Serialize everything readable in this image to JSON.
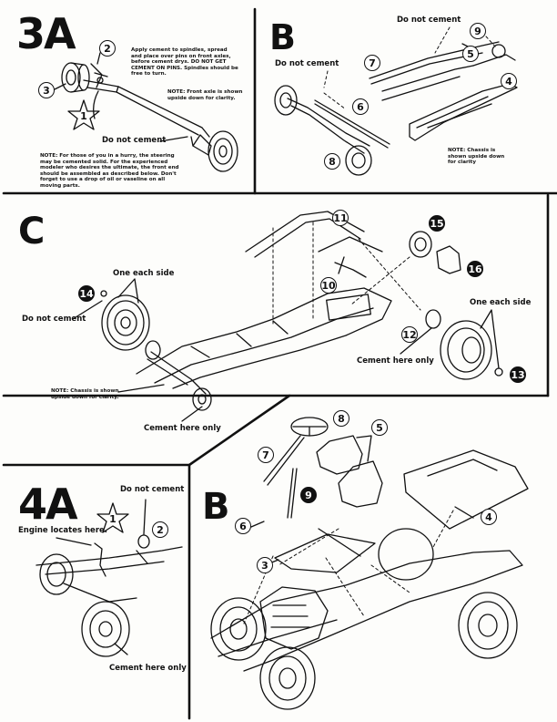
{
  "steps": {
    "s3a": {
      "label": "3A"
    },
    "s3b": {
      "label": "B"
    },
    "sc": {
      "label": "C"
    },
    "s4a": {
      "label": "4A"
    },
    "s4b": {
      "label": "B"
    }
  },
  "panel_3a": {
    "instruction": "Apply cement to spindles, spread and place over pins on front axles, before cement drys. DO NOT GET CEMENT ON PINS. Spindles should be free to turn.",
    "note_axle": "NOTE: Front axle is shown upside down for clarity.",
    "do_not_cement": "Do not cement",
    "note_hurry": "NOTE: For those of you in a hurry, the steering may be cemented solid. For the experienced modeler who desires the ultimate, the front end should be assembled as described below. Don't forget to use a drop of oil or vaseline on all moving parts.",
    "parts": [
      "1",
      "2",
      "3"
    ]
  },
  "panel_3b": {
    "do_not_cement_top": "Do not cement",
    "do_not_cement_left": "Do not cement",
    "note_chassis": "NOTE: Chassis is shown upside down for clarity",
    "parts": [
      "4",
      "5",
      "6",
      "7",
      "8",
      "9"
    ]
  },
  "panel_c": {
    "one_each_side_left": "One each side",
    "one_each_side_right": "One each side",
    "do_not_cement": "Do not cement",
    "cement_here_only_right": "Cement here only",
    "cement_here_only_bottom": "Cement here only",
    "note_chassis": "NOTE: Chassis is shown upside down for clarity.",
    "parts": [
      "10",
      "11",
      "12",
      "13",
      "14",
      "15",
      "16"
    ]
  },
  "panel_4a": {
    "do_not_cement": "Do not cement",
    "engine_locates": "Engine locates here.",
    "cement_here_only": "Cement here only",
    "parts": [
      "1",
      "2"
    ]
  },
  "panel_4b": {
    "parts": [
      "3",
      "4",
      "5",
      "6",
      "7",
      "8",
      "9"
    ]
  }
}
